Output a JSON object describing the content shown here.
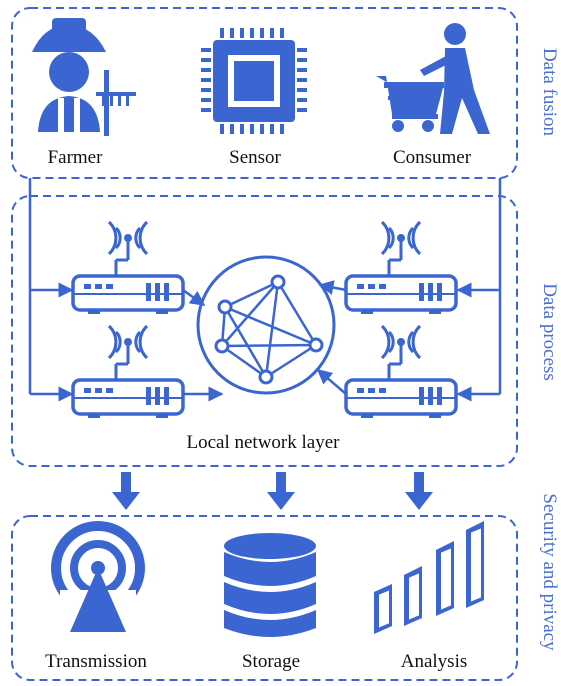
{
  "colors": {
    "accent": "#3b66d1",
    "text": "#111111",
    "side_text": "#4a6fd0"
  },
  "top_layer": {
    "items": [
      {
        "label": "Farmer",
        "icon": "farmer-icon"
      },
      {
        "label": "Sensor",
        "icon": "chip-icon"
      },
      {
        "label": "Consumer",
        "icon": "shopping-cart-person-icon"
      }
    ]
  },
  "middle_layer": {
    "label": "Local network layer",
    "router_icon": "wireless-router-icon",
    "hub_icon": "network-graph-icon"
  },
  "bottom_layer": {
    "items": [
      {
        "label": "Transmission",
        "icon": "broadcast-tower-icon"
      },
      {
        "label": "Storage",
        "icon": "database-icon"
      },
      {
        "label": "Analysis",
        "icon": "bar-chart-icon"
      }
    ]
  },
  "side_labels": {
    "data_fusion": "Data fusion",
    "data_process": "Data process",
    "security": "Security and privacy"
  }
}
